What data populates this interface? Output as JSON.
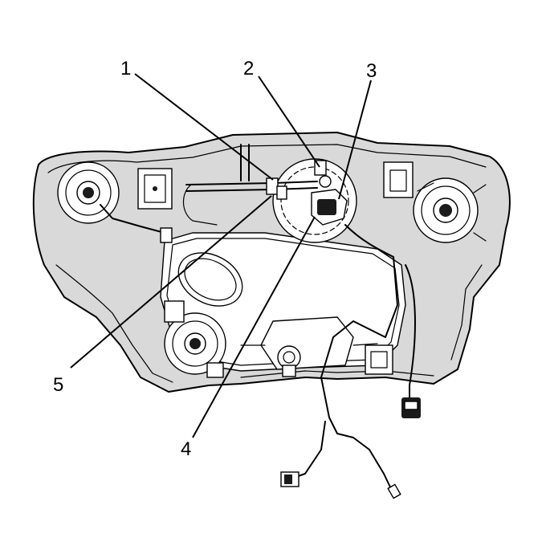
{
  "callouts": [
    {
      "id": "1",
      "label": "1"
    },
    {
      "id": "2",
      "label": "2"
    },
    {
      "id": "3",
      "label": "3"
    },
    {
      "id": "4",
      "label": "4"
    },
    {
      "id": "5",
      "label": "5"
    }
  ],
  "colors": {
    "ink": "#000000",
    "background": "#ffffff",
    "shade": "#d9d9d9"
  }
}
